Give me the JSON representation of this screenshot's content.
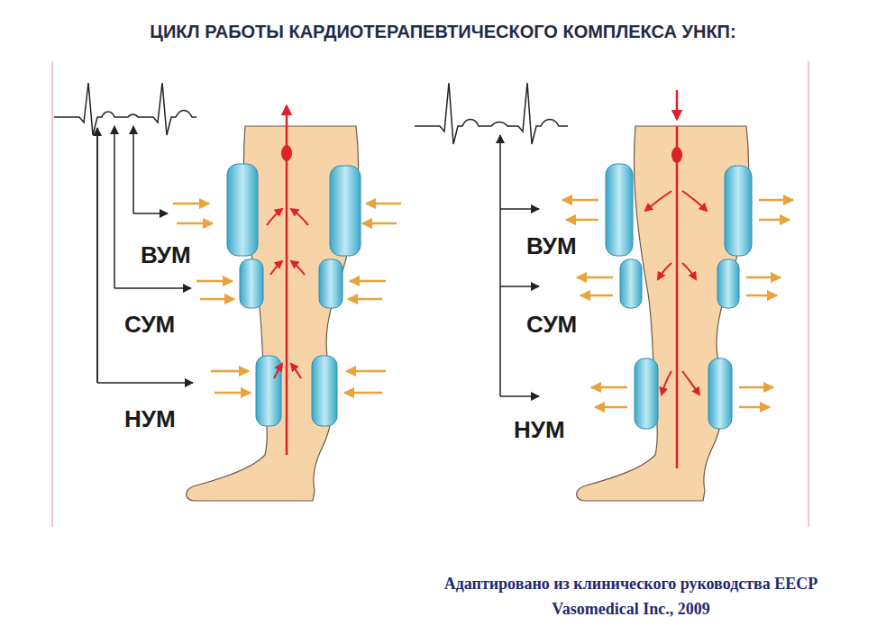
{
  "diagram": {
    "title": "ЦИКЛ РАБОТЫ КАРДИОТЕРАПЕВТИЧЕСКОГО КОМПЛЕКСА УНКП:",
    "caption": "Адаптировано из клинического руководства EECP Vasomedical Inc., 2009",
    "labels": [
      "ВУМ",
      "СУМ",
      "НУМ",
      "ВУМ",
      "СУМ",
      "НУМ"
    ]
  }
}
